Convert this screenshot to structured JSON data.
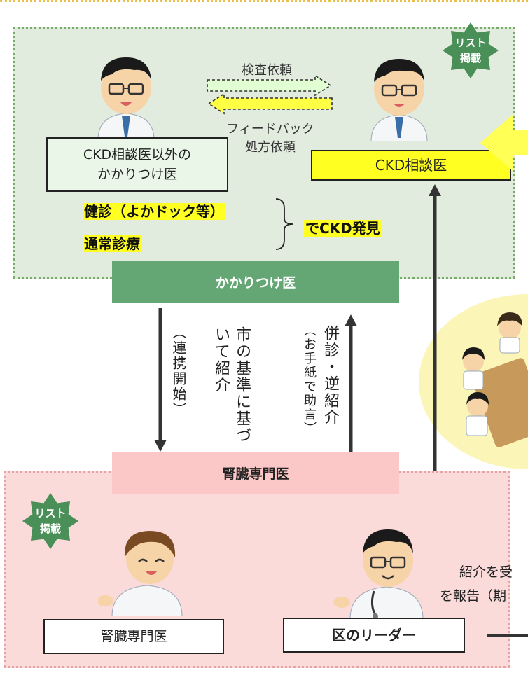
{
  "badges": {
    "line1": "リスト",
    "line2": "掲載"
  },
  "top_section": {
    "request_label": "検査依頼",
    "feedback_label": "フィードバック",
    "prescription_label": "処方依頼",
    "gp_box": {
      "line1": "CKD相談医以外の",
      "line2": "かかりつけ医"
    },
    "consultant_box": "CKD相談医",
    "checkup_label": "健診（よかドック等）",
    "routine_label": "通常診療",
    "ckd_found_label": "でCKD発見"
  },
  "family_doctor_bar": "かかりつけ医",
  "referral_down": {
    "main": "市の基準に基づいて紹介",
    "sub": "（連携開始）"
  },
  "referral_up": {
    "main": "併診・逆紹介",
    "sub": "（お手紙で助言）"
  },
  "nephrologist_bar": "腎臓専門医",
  "bottom_section": {
    "nephrologist_box": "腎臓専門医",
    "leader_box": "区のリーダー",
    "side_text_1": "紹介を受",
    "side_text_2": "を報告（期"
  },
  "colors": {
    "green_bar": "#64a774",
    "pink_bar": "#fbc7c7",
    "badge_green": "#4a8e58",
    "highlight": "#ffff22",
    "request_arrow": "#e2ffd4",
    "feedback_arrow": "#ffff44",
    "incoming_arrow": "#ffff55"
  }
}
